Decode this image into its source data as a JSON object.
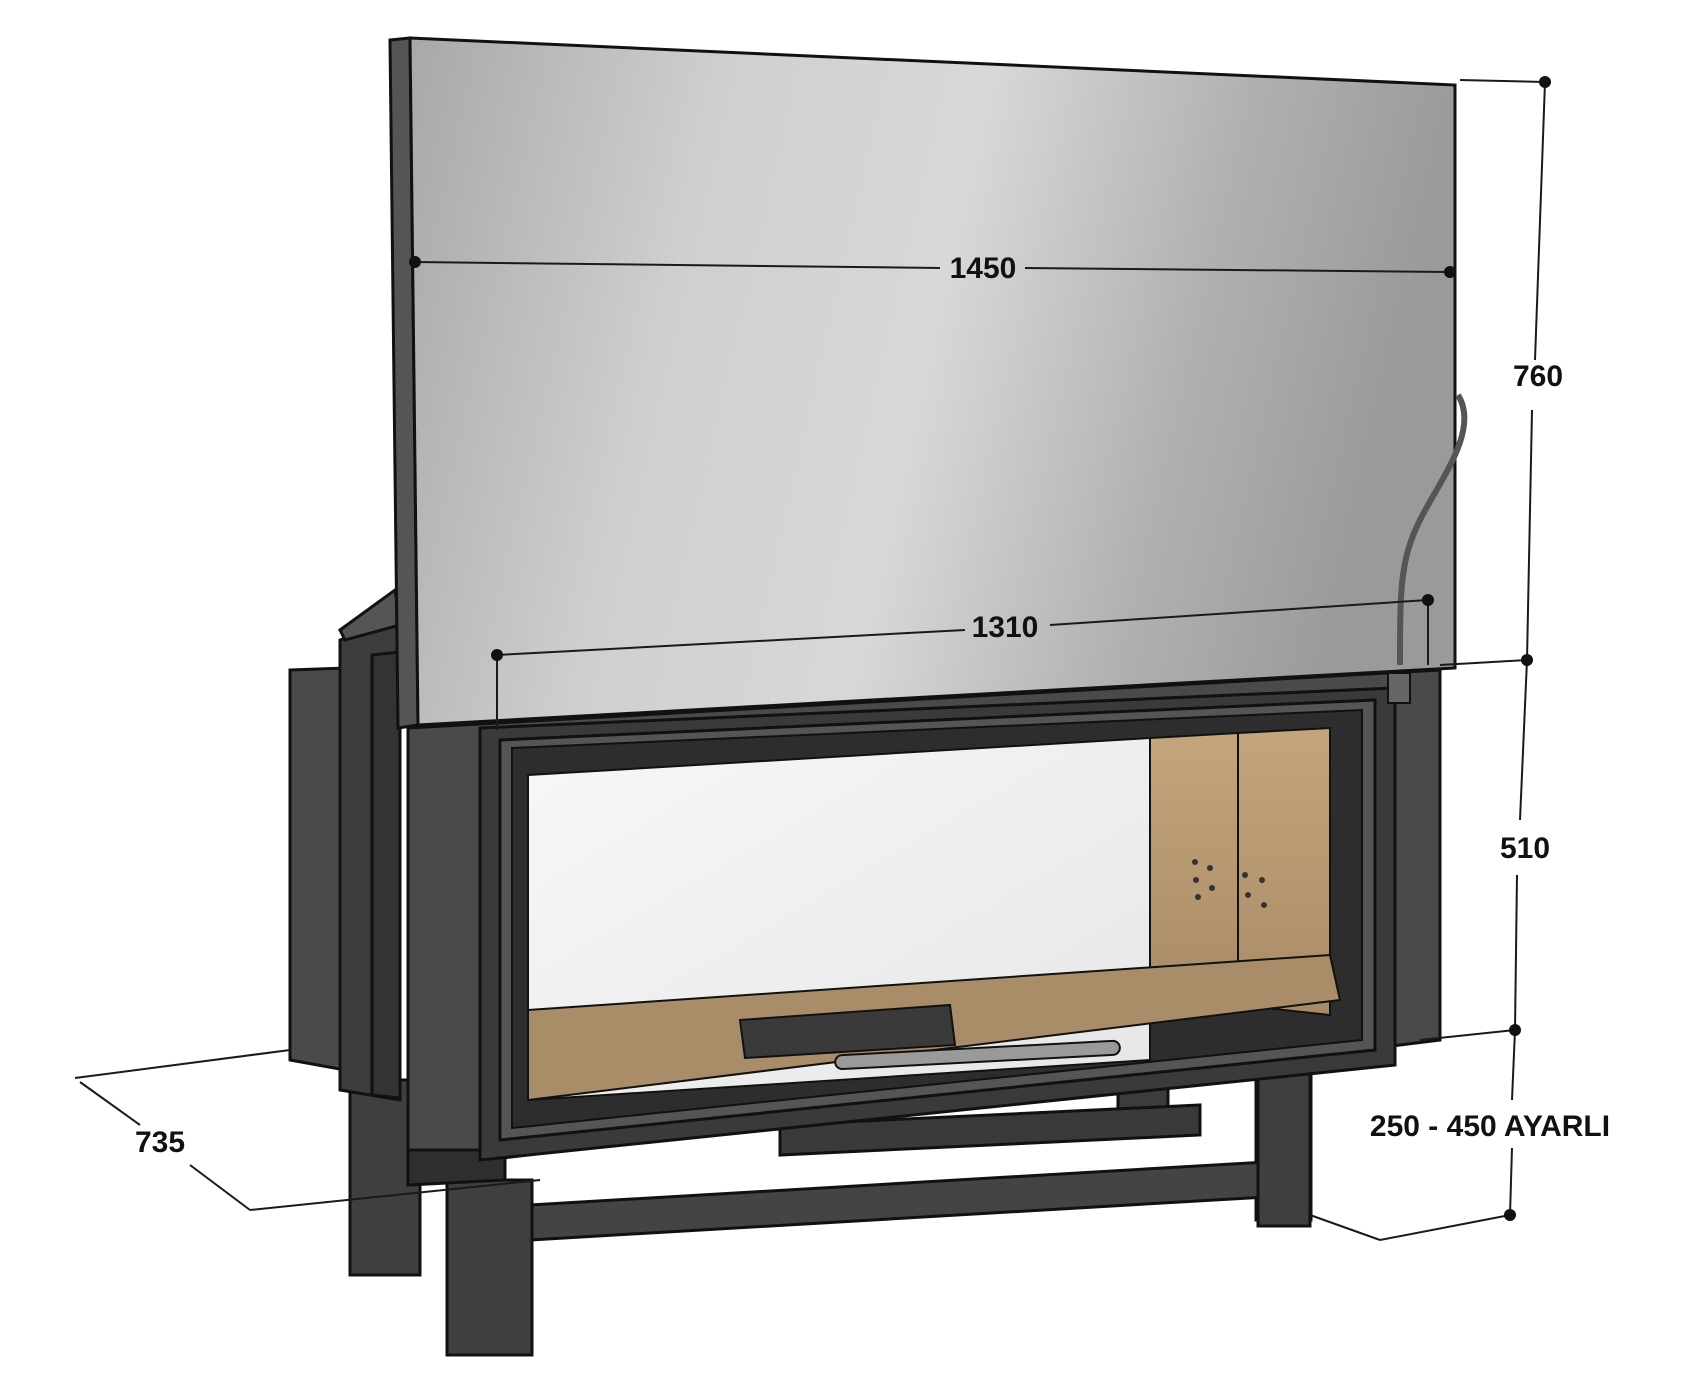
{
  "dimensions": {
    "top_width": "1450",
    "door_width": "1310",
    "hood_height": "760",
    "body_height": "510",
    "depth": "735",
    "leg_height": "250 - 450 AYARLI"
  },
  "colors": {
    "panel_light": "#c9c9c9",
    "panel_dark": "#9c9c9c",
    "body": "#4a4a4a",
    "body_dark": "#2f2f2f",
    "glass": "#efefef",
    "firebrick": "#b89a74",
    "dimension_line": "#1a1a1a"
  }
}
